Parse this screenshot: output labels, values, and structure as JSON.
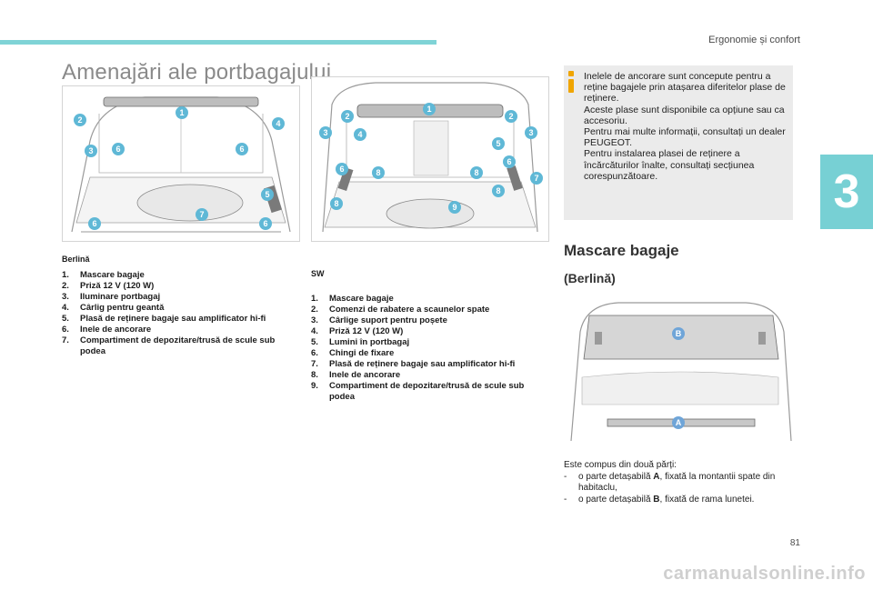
{
  "header": {
    "title": "Ergonomie și confort"
  },
  "chapter_tab": "3",
  "section_title": "Amenajări ale portbagajului",
  "sedan": {
    "caption": "Berlină",
    "items": [
      {
        "num": "1.",
        "text": "Mascare bagaje"
      },
      {
        "num": "2.",
        "text": "Priză 12 V (120 W)"
      },
      {
        "num": "3.",
        "text": "Iluminare portbagaj"
      },
      {
        "num": "4.",
        "text": "Cârlig pentru geantă"
      },
      {
        "num": "5.",
        "text": "Plasă de reținere bagaje sau amplificator hi-fi"
      },
      {
        "num": "6.",
        "text": "Inele de ancorare"
      },
      {
        "num": "7.",
        "text": "Compartiment de depozitare/trusă de scule sub podea"
      }
    ],
    "callouts": [
      "1",
      "2",
      "3",
      "6",
      "4",
      "6",
      "5",
      "7",
      "6",
      "6"
    ]
  },
  "sw": {
    "caption": "SW",
    "items": [
      {
        "num": "1.",
        "text": "Mascare bagaje"
      },
      {
        "num": "2.",
        "text": "Comenzi de rabatere a scaunelor spate"
      },
      {
        "num": "3.",
        "text": "Cârlige suport pentru poșete"
      },
      {
        "num": "4.",
        "text": "Priză 12 V (120 W)"
      },
      {
        "num": "5.",
        "text": "Lumini în portbagaj"
      },
      {
        "num": "6.",
        "text": "Chingi de fixare"
      },
      {
        "num": "7.",
        "text": "Plasă de reținere bagaje sau amplificator hi-fi"
      },
      {
        "num": "8.",
        "text": "Inele de ancorare"
      },
      {
        "num": "9.",
        "text": "Compartiment de depozitare/trusă de scule sub podea"
      }
    ],
    "callouts": [
      "1",
      "2",
      "2",
      "3",
      "3",
      "4",
      "5",
      "6",
      "6",
      "7",
      "8",
      "8",
      "8",
      "8",
      "9"
    ]
  },
  "info": {
    "paragraphs": [
      "Inelele de ancorare sunt concepute pentru a reține bagajele prin atașarea diferitelor plase de reținere.",
      "Aceste plase sunt disponibile ca opțiune sau ca accesoriu.",
      "Pentru mai multe informații, consultați un dealer PEUGEOT.",
      "Pentru instalarea plasei de reținere a încărcăturilor înalte, consultați secțiunea corespunzătoare."
    ]
  },
  "heading": "Mascare bagaje",
  "subheading": "(Berlină)",
  "cover": {
    "callouts": [
      "B",
      "A"
    ],
    "intro": "Este compus din două părți:",
    "parts": [
      {
        "dash": "-",
        "before": "o parte detașabilă ",
        "letter": "A",
        "after": ", fixată la montantii spate din habitaclu,"
      },
      {
        "dash": "-",
        "before": "o parte detașabilă ",
        "letter": "B",
        "after": ", fixată de rama lunetei."
      }
    ]
  },
  "page_number": "81",
  "watermark": "carmanualsonline.info"
}
